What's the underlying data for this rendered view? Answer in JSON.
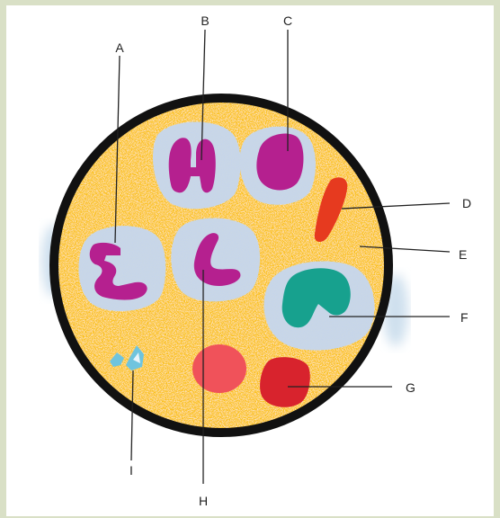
{
  "labels": {
    "A": "A",
    "B": "B",
    "C": "C",
    "D": "D",
    "E": "E",
    "F": "F",
    "G": "G",
    "H": "H",
    "I": "I"
  },
  "colors": {
    "page_border": "#d9e0c6",
    "plasma": "#fbc21f",
    "ring": "#111111",
    "cell_cytoplasm": "#c9d7e6",
    "nucleus_magenta": "#b5208f",
    "nucleus_teal": "#17a18e",
    "erythrocyte_pink": "#f0525a",
    "erythrocyte_red": "#d8232d",
    "platelet": "#6fc4de",
    "rod_cell": "#e63a1f"
  }
}
